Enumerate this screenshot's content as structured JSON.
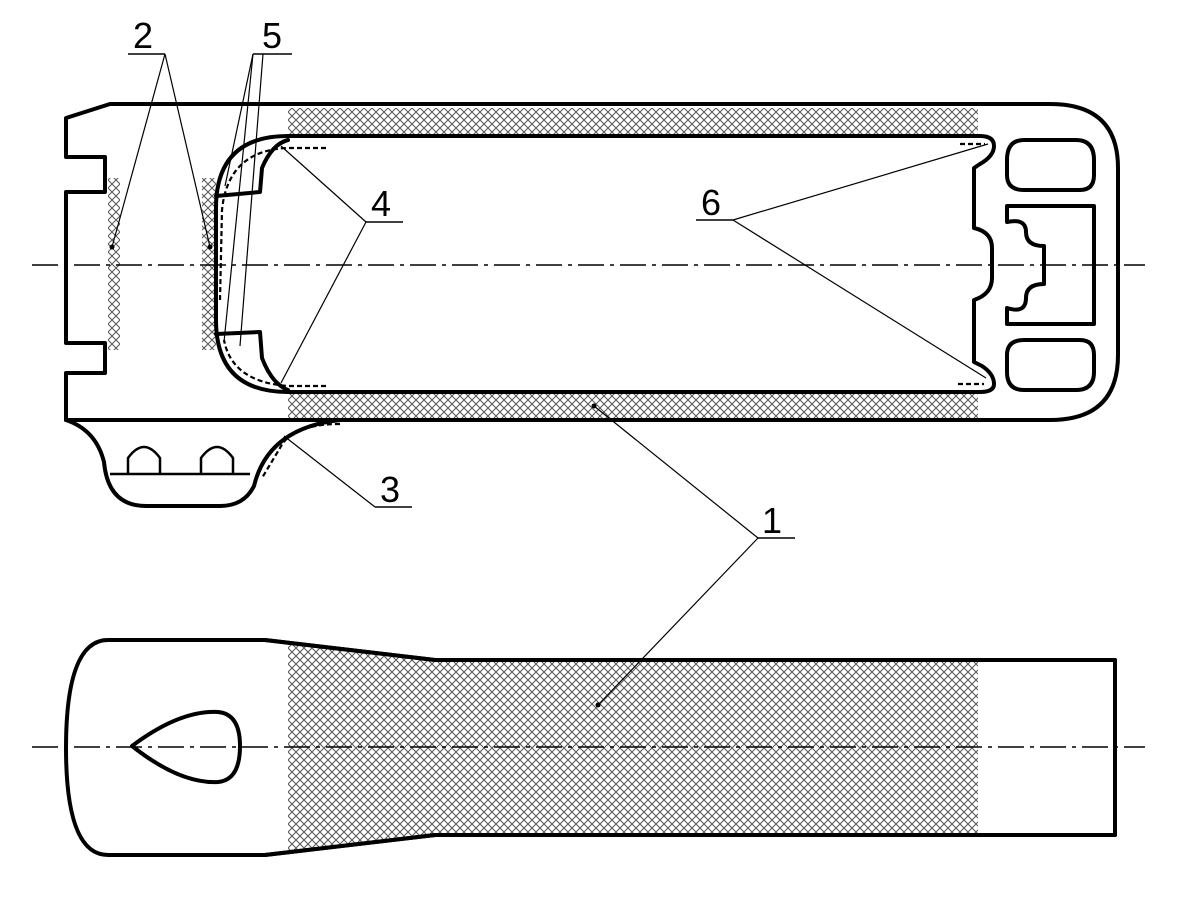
{
  "callouts": [
    {
      "id": "1",
      "text": "1"
    },
    {
      "id": "2",
      "text": "2"
    },
    {
      "id": "3",
      "text": "3"
    },
    {
      "id": "4",
      "text": "4"
    },
    {
      "id": "5",
      "text": "5"
    },
    {
      "id": "6",
      "text": "6"
    }
  ],
  "colors": {
    "stroke": "#000000",
    "hatch": "#555555",
    "background": "#ffffff"
  }
}
